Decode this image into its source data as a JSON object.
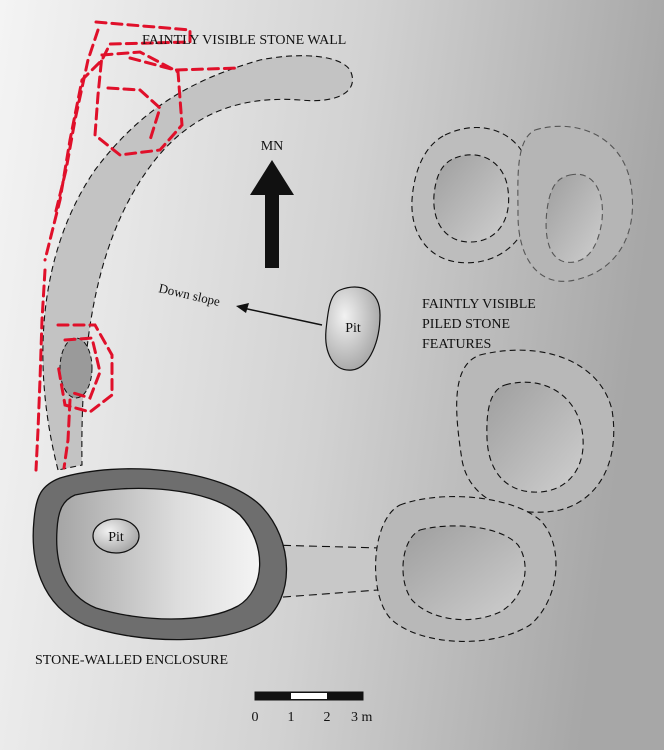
{
  "labels": {
    "stone_wall": "FAINTLY VISIBLE STONE WALL",
    "north": "MN",
    "down_slope": "Down slope",
    "pit_center": "Pit",
    "pit_enclosure": "Pit",
    "piled_line1": "FAINTLY VISIBLE",
    "piled_line2": "PILED STONE",
    "piled_line3": "FEATURES",
    "enclosure": "STONE-WALLED ENCLOSURE"
  },
  "scale_bar": {
    "ticks": [
      "0",
      "1",
      "2",
      "3 m"
    ]
  },
  "colors": {
    "background_light": "#f4f4f4",
    "background_dark": "#a9a9a9",
    "wall_fill": "#c4c4c4",
    "enclosure_wall": "#6e6e6e",
    "enclosure_interior": "#d0d0d0",
    "red_trace": "#e0102a",
    "outline": "#111111"
  }
}
